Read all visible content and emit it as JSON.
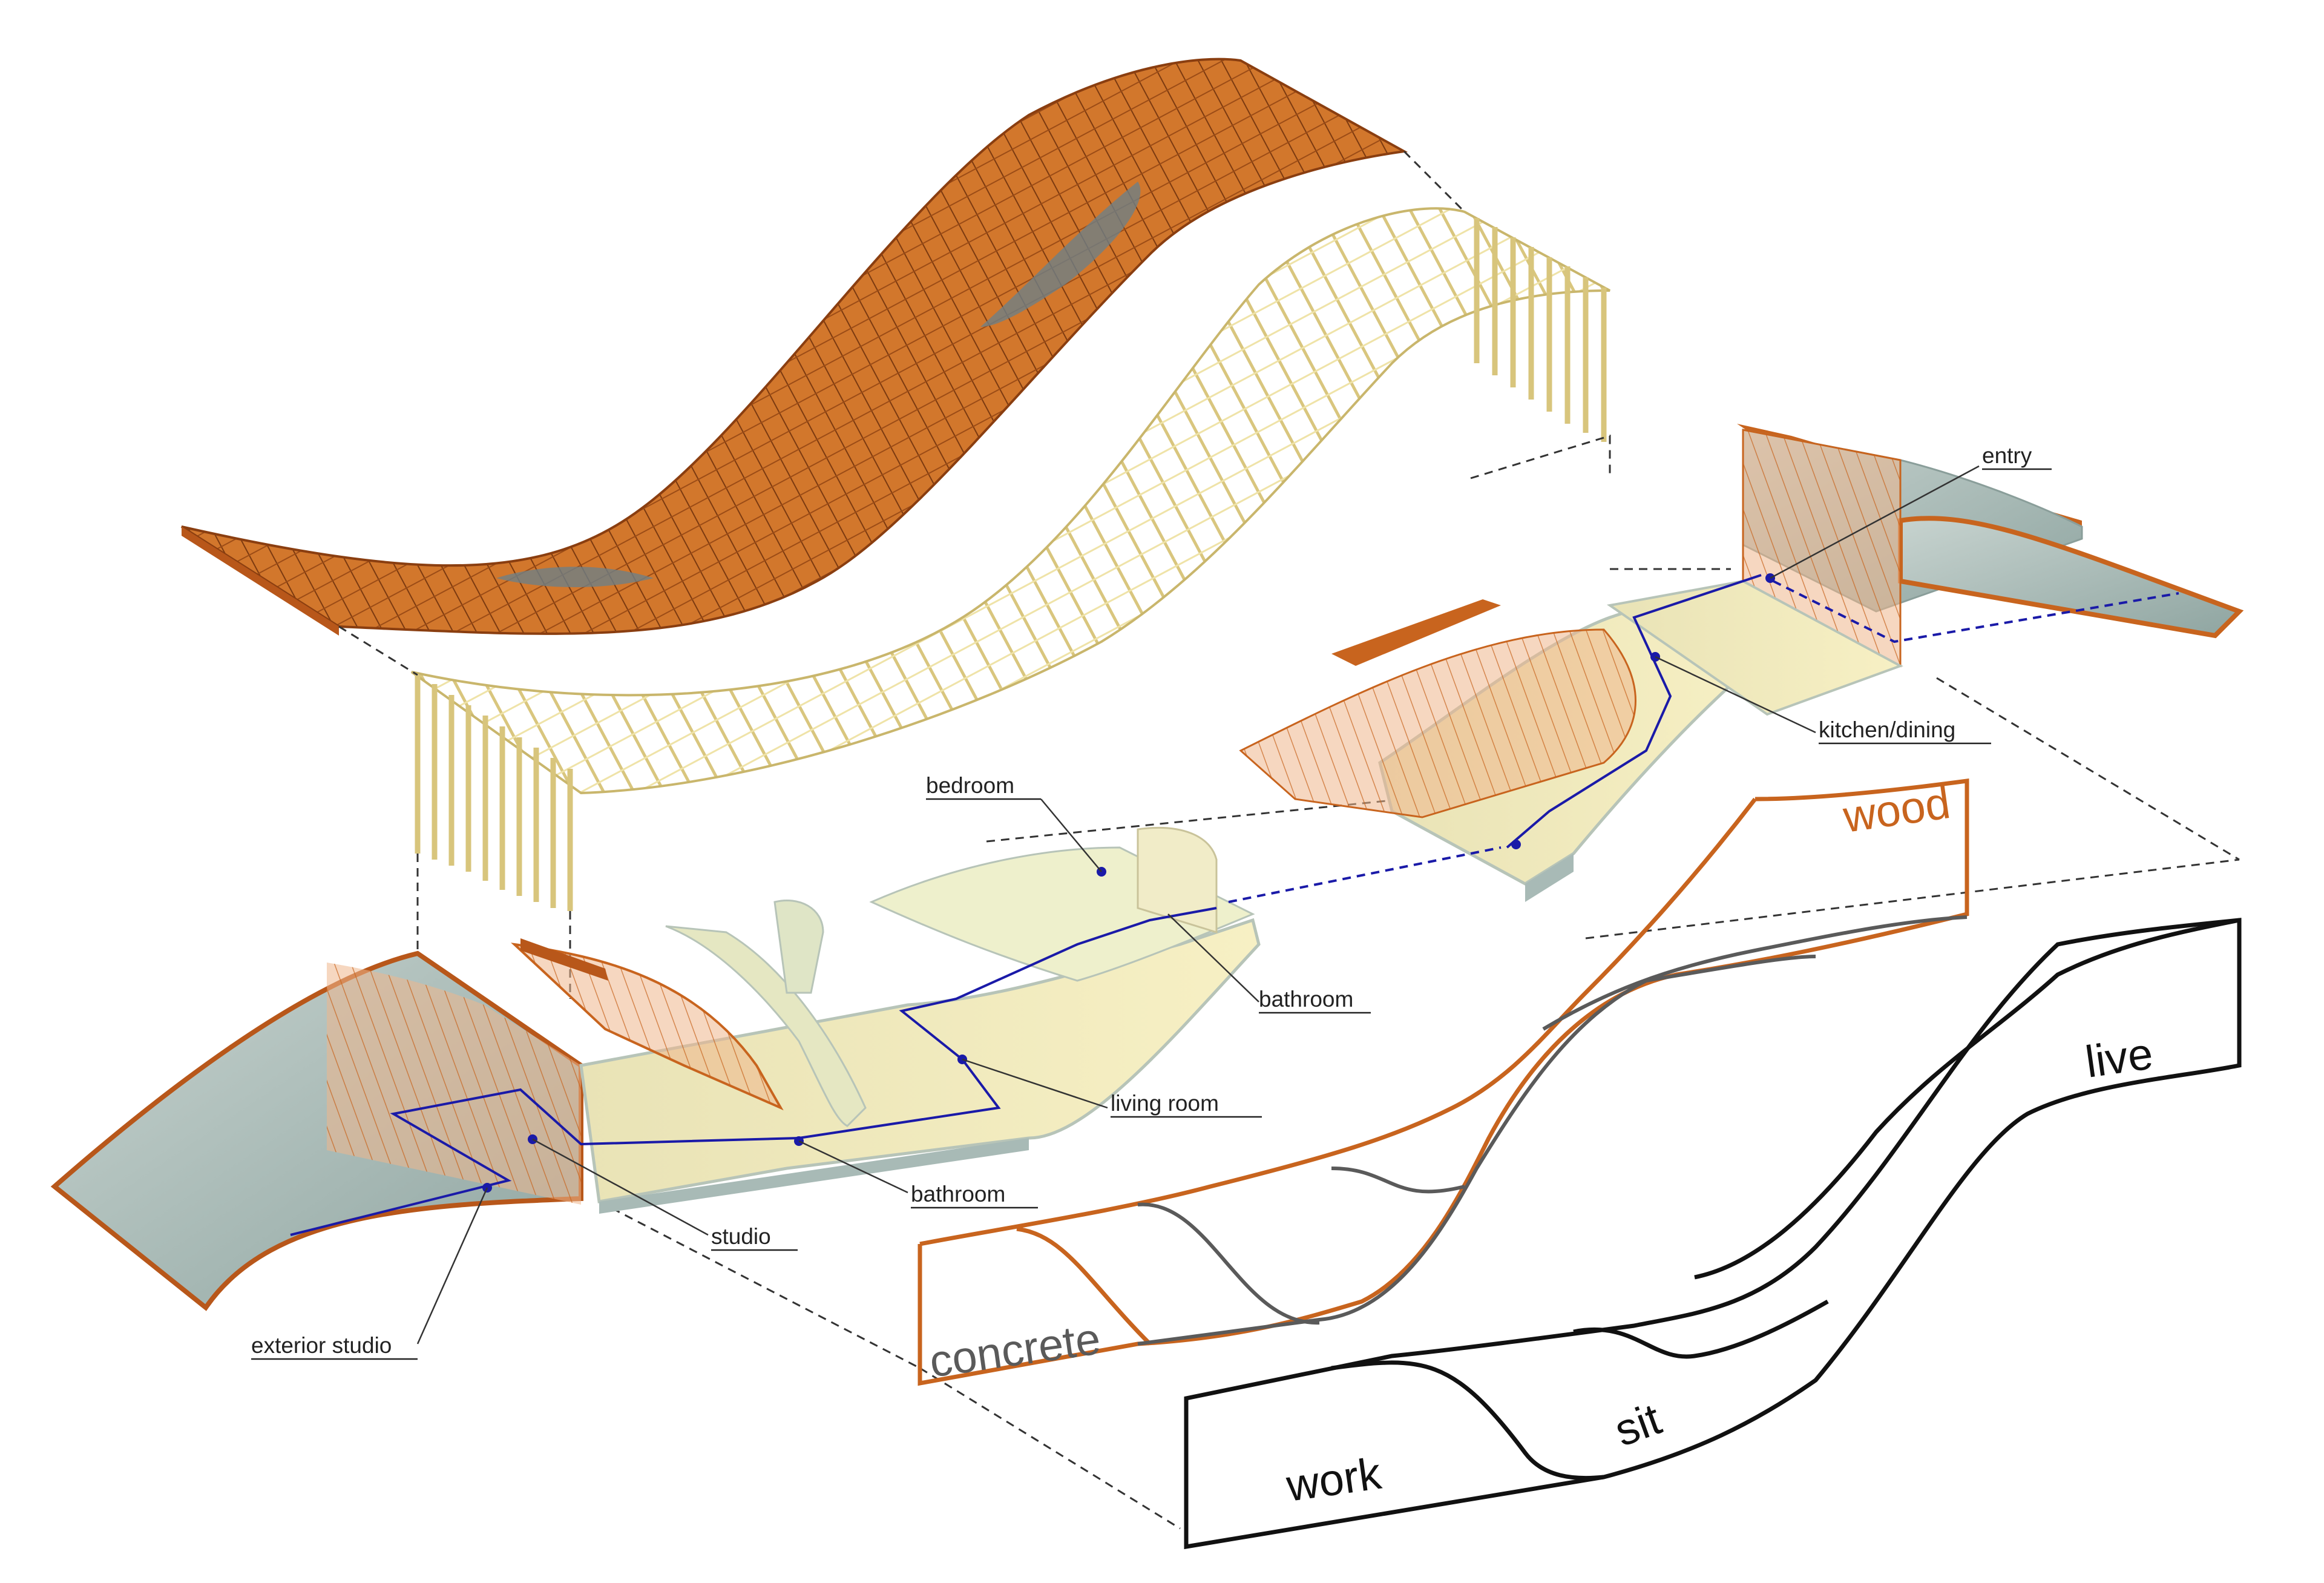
{
  "labels": {
    "entry": "entry",
    "kitchen_dining": "kitchen/dining",
    "bedroom": "bedroom",
    "bathroom_upper": "bathroom",
    "living_room": "living room",
    "bathroom_lower": "bathroom",
    "studio": "studio",
    "exterior_studio": "exterior studio"
  },
  "diagram_terms": {
    "wood": "wood",
    "concrete": "concrete",
    "live": "live",
    "sit": "sit",
    "work": "work"
  },
  "colors": {
    "wood": "#c8641e",
    "concrete_line": "#5a5a5a",
    "program_line": "#111111",
    "circulation": "#1a1aa8",
    "timber_frame": "#e8dca0",
    "concrete_surface": "#a8bab6",
    "floor_plate": "#f2eab8"
  }
}
